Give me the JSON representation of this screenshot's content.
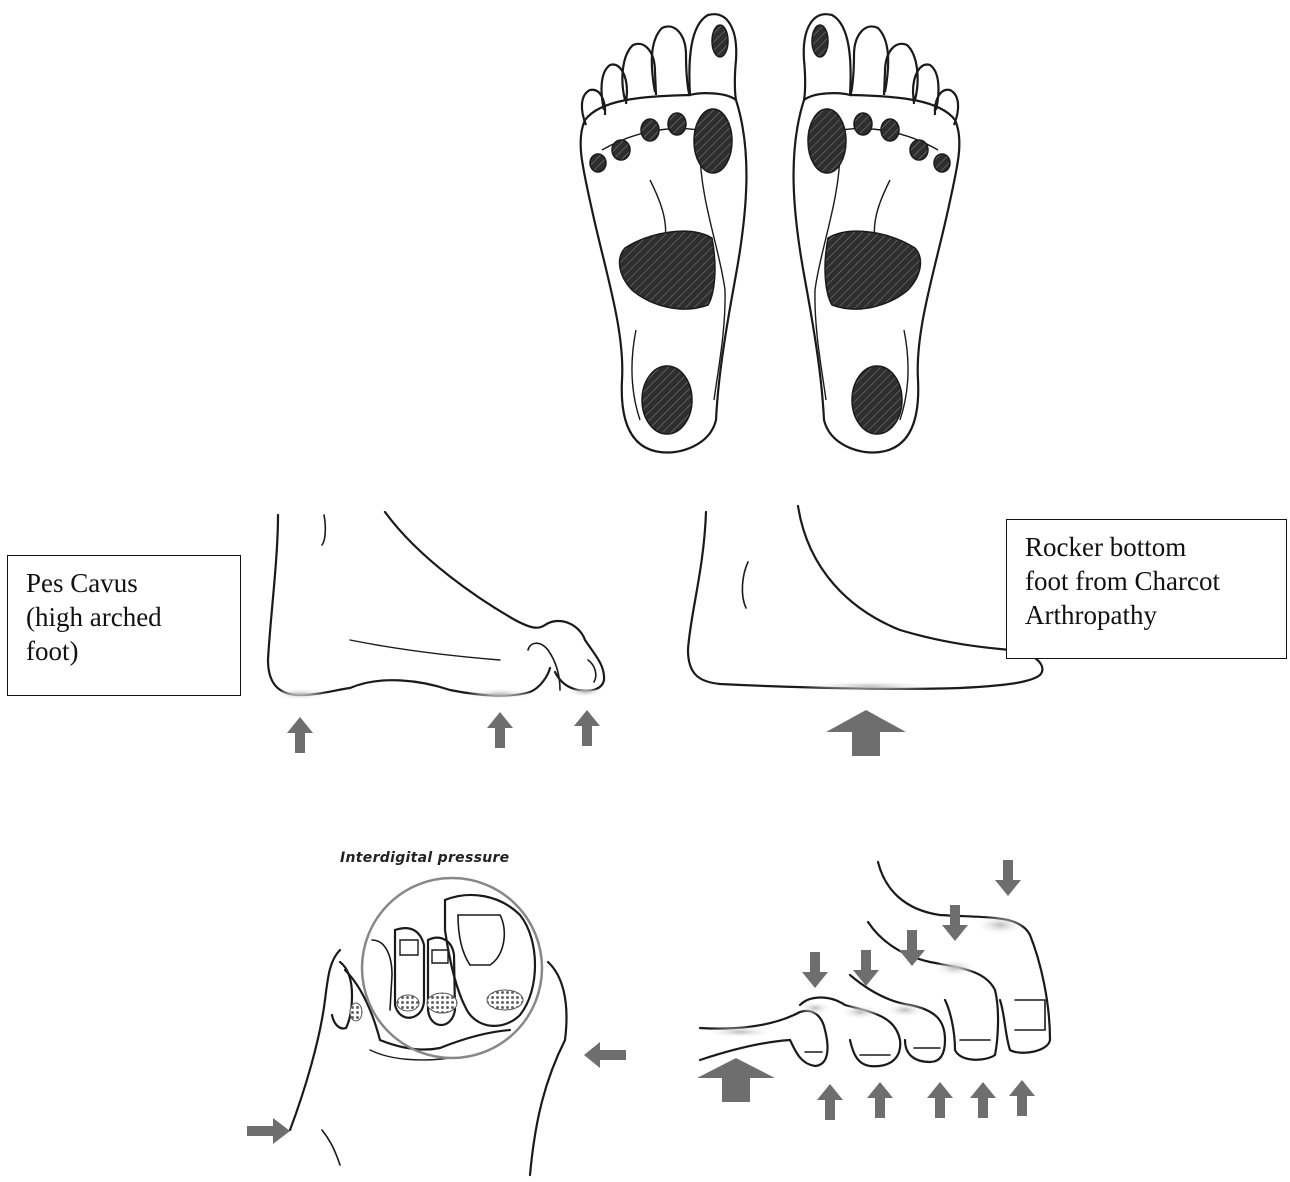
{
  "labels": {
    "pes_cavus": [
      "Pes Cavus",
      "(high arched",
      "foot)"
    ],
    "rocker_bottom": [
      "Rocker bottom",
      "foot from Charcot",
      "Arthropathy"
    ],
    "interdigital": "Interdigital pressure"
  },
  "icons": {
    "pressure_arrow": "gray-arrow",
    "pressure_area": "hatched-dark-region"
  },
  "colors": {
    "outline": "#1a1a1a",
    "pressure_fill": "#3c3c3c",
    "arrow": "#6e6e6e"
  }
}
